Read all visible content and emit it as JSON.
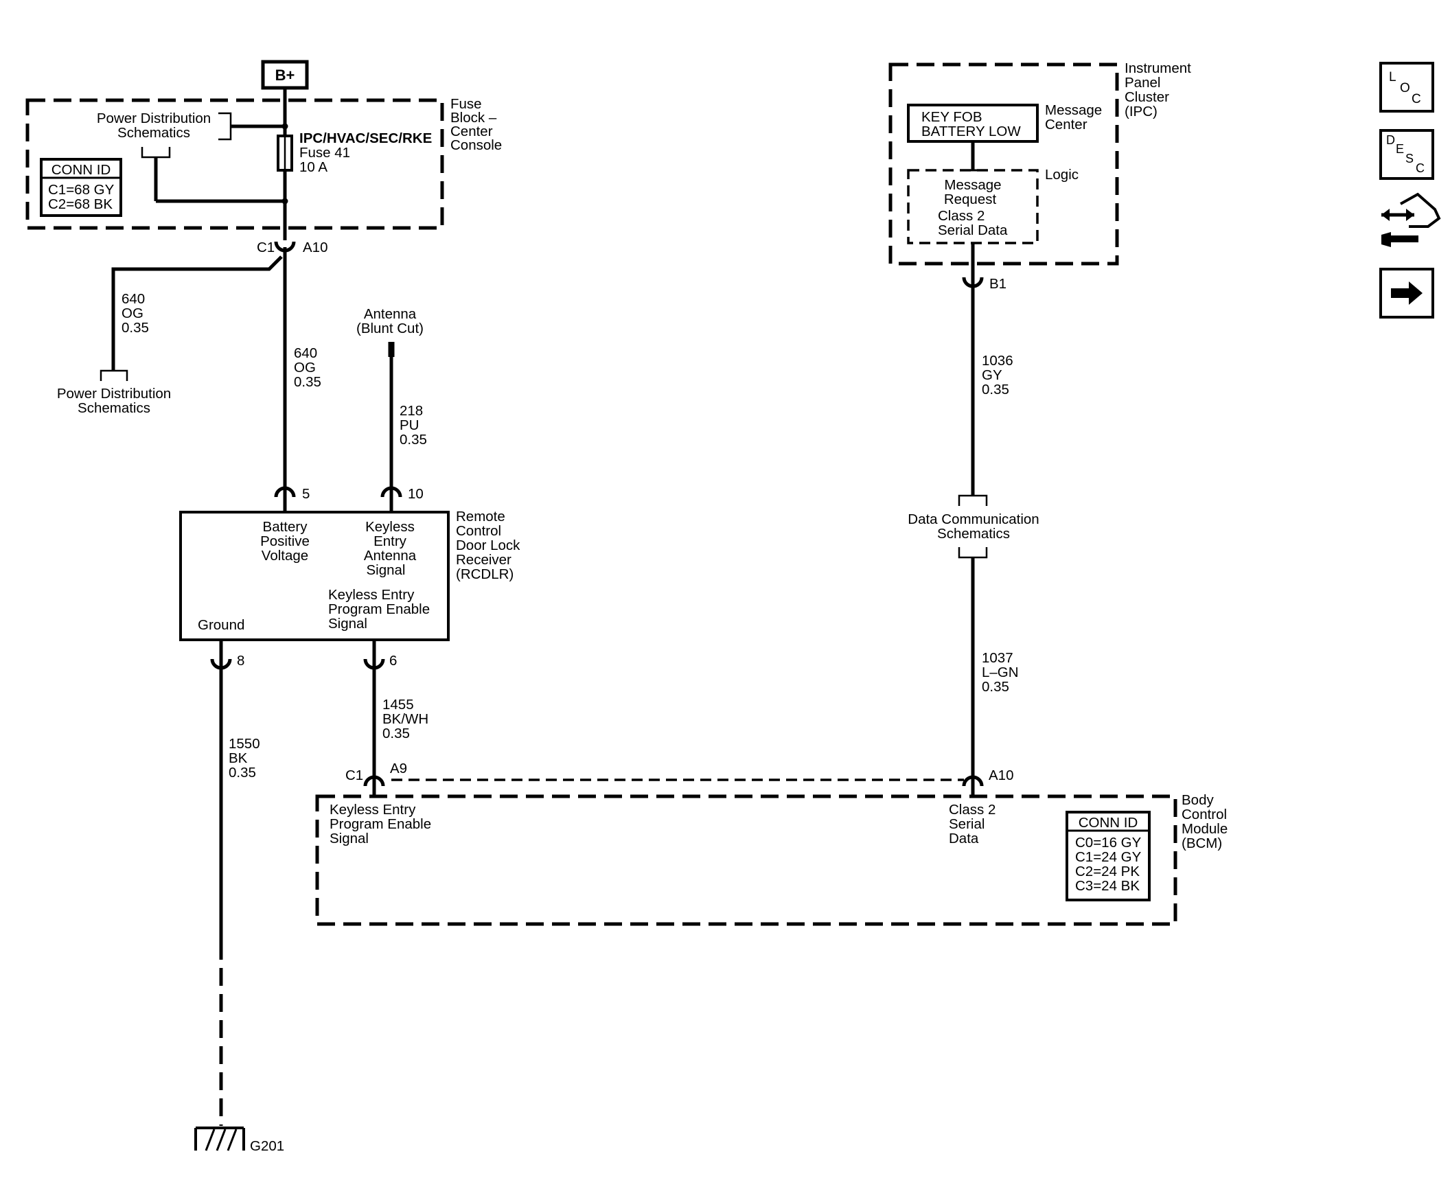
{
  "source": {
    "label": "B+"
  },
  "fuse_block": {
    "name_lines": [
      "Fuse",
      "Block –",
      "Center",
      "Console"
    ],
    "pd_ref_lines": [
      "Power Distribution",
      "Schematics"
    ],
    "fuse_lines": [
      "IPC/HVAC/SEC/RKE",
      "Fuse 41",
      "10 A"
    ],
    "conn_id": {
      "title": "CONN ID",
      "rows": [
        "C1=68 GY",
        "C2=68 BK"
      ]
    },
    "conn_c1": "C1",
    "conn_a10": "A10"
  },
  "left_branch": {
    "wire_lines": [
      "640",
      "OG",
      "0.35"
    ],
    "pd_ref_lines": [
      "Power Distribution",
      "Schematics"
    ]
  },
  "main_wire": {
    "lines": [
      "640",
      "OG",
      "0.35"
    ]
  },
  "antenna": {
    "label_lines": [
      "Antenna",
      "(Blunt Cut)"
    ],
    "wire_lines": [
      "218",
      "PU",
      "0.35"
    ]
  },
  "rcdlr": {
    "name_lines": [
      "Remote",
      "Control",
      "Door Lock",
      "Receiver",
      "(RCDLR)"
    ],
    "pin5": "5",
    "pin10": "10",
    "pin8": "8",
    "pin6": "6",
    "battery_lines": [
      "Battery",
      "Positive",
      "Voltage"
    ],
    "antenna_sig_lines": [
      "Keyless",
      "Entry",
      "Antenna",
      "Signal"
    ],
    "program_lines": [
      "Keyless Entry",
      "Program Enable",
      "Signal"
    ],
    "ground": "Ground"
  },
  "ground_wire": {
    "lines": [
      "1550",
      "BK",
      "0.35"
    ],
    "ground_id": "G201"
  },
  "program_wire": {
    "lines": [
      "1455",
      "BK/WH",
      "0.35"
    ]
  },
  "ipc": {
    "name_lines": [
      "Instrument",
      "Panel",
      "Cluster",
      "(IPC)"
    ],
    "message_box_lines": [
      "KEY FOB",
      "BATTERY LOW"
    ],
    "message_center_lines": [
      "Message",
      "Center"
    ],
    "logic": "Logic",
    "logic_lines": [
      "Message",
      "Request",
      "Class 2",
      "Serial Data"
    ],
    "pin_b1": "B1"
  },
  "serial_wire_top": {
    "lines": [
      "1036",
      "GY",
      "0.35"
    ]
  },
  "data_comm": {
    "lines": [
      "Data Communication",
      "Schematics"
    ]
  },
  "serial_wire_bottom": {
    "lines": [
      "1037",
      "L–GN",
      "0.35"
    ]
  },
  "bcm": {
    "name_lines": [
      "Body",
      "Control",
      "Module",
      "(BCM)"
    ],
    "conn_c1": "C1",
    "pin_a9": "A9",
    "pin_a10": "A10",
    "program_lines": [
      "Keyless Entry",
      "Program Enable",
      "Signal"
    ],
    "serial_lines": [
      "Class 2",
      "Serial",
      "Data"
    ],
    "conn_id": {
      "title": "CONN ID",
      "rows": [
        "C0=16 GY",
        "C1=24 GY",
        "C2=24 PK",
        "C3=24 BK"
      ]
    }
  },
  "nav_icons": [
    {
      "name": "loc-icon",
      "top": "L",
      "mid": "O",
      "bot": "C"
    },
    {
      "name": "desc-icon",
      "top": "D",
      "mid": "E",
      "bot": "S",
      "tail": "C"
    },
    {
      "name": "connector-tool-icon"
    },
    {
      "name": "next-arrow-icon"
    }
  ]
}
